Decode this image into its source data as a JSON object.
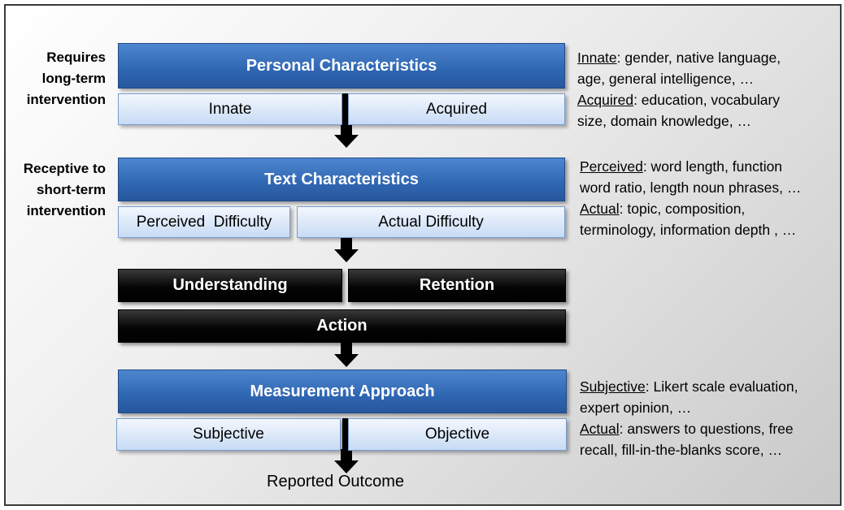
{
  "side_labels": {
    "long_term": [
      "Requires",
      "long-term",
      "intervention"
    ],
    "short_term": [
      "Receptive to",
      "short-term",
      "intervention"
    ]
  },
  "personal": {
    "title": "Personal Characteristics",
    "left": "Innate",
    "right": "Acquired"
  },
  "text": {
    "title": "Text Characteristics",
    "left": "Perceived  Difficulty",
    "right": "Actual Difficulty"
  },
  "middle": {
    "understanding": "Understanding",
    "retention": "Retention",
    "action": "Action"
  },
  "measurement": {
    "title": "Measurement Approach",
    "left": "Subjective",
    "right": "Objective"
  },
  "outcome": "Reported Outcome",
  "notes": {
    "personal": {
      "innate_term": "Innate",
      "innate_text_1": ": gender, native language,",
      "innate_text_2": "age, general intelligence, …",
      "acquired_term": "Acquired",
      "acquired_text_1": ": education, vocabulary",
      "acquired_text_2": "size, domain knowledge,  …"
    },
    "text": {
      "perceived_term": "Perceived",
      "perceived_text_1": ": word length, function",
      "perceived_text_2": "word ratio, length noun phrases, …",
      "actual_term": "Actual",
      "actual_text_1": ": topic, composition,",
      "actual_text_2": "terminology, information depth , …"
    },
    "measurement": {
      "subjective_term": "Subjective",
      "subjective_text_1": ": Likert scale evaluation,",
      "subjective_text_2": "expert opinion, …",
      "actual_term": "Actual",
      "actual_text_1": ": answers to questions, free",
      "actual_text_2": "recall, fill-in-the-blanks score,  …"
    }
  },
  "colors": {
    "header_blue": "#2f66b2",
    "sub_blue": "#c7dbf5",
    "black_box": "#000000"
  }
}
